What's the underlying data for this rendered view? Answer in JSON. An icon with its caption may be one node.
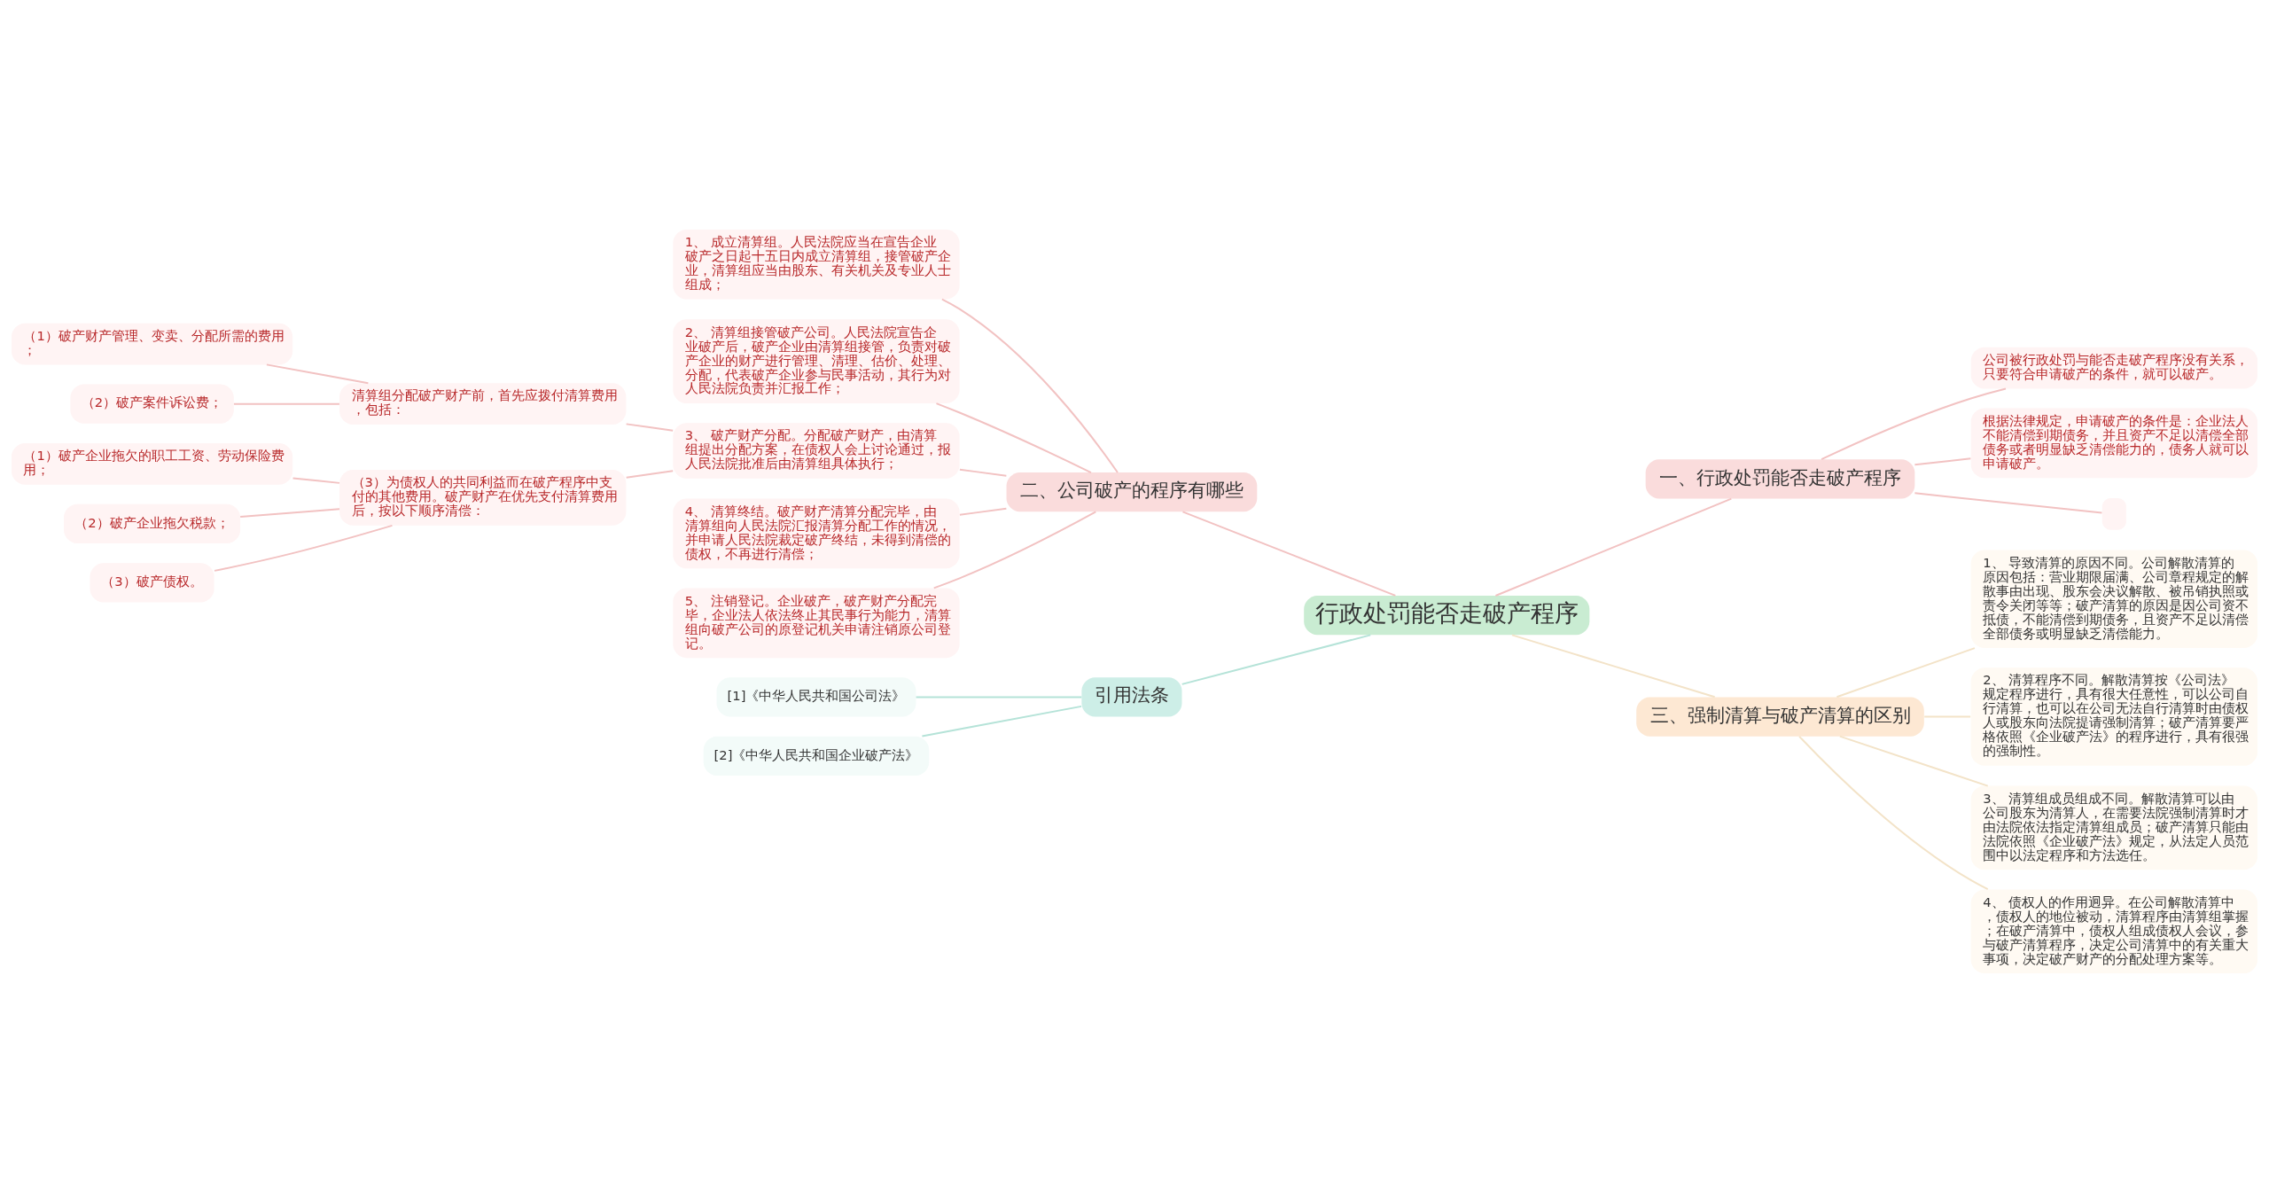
{
  "diagram": {
    "nodes": [
      {
        "text": [
          "行政处罚能否走破产程序"
        ]
      },
      {
        "text": [
          "一、行政处罚能否走破产程序"
        ]
      },
      {
        "text": [
          "公司被行政处罚与能否走破产程序没有关系，只要符合申请破产的条件，就可以破产。"
        ]
      },
      {
        "text": [
          "根据法律规定，申请破产的条件是：企业法人不能清偿到期债务，并且资产不足以清偿全部债务或者明显缺乏清偿能力的，债务人就可以申请破产。"
        ]
      },
      {
        "text": [],
        "shape": "box"
      },
      {
        "text": [
          "二、公司破产的程序有哪些"
        ]
      },
      {
        "text": [
          "1、 成立清算组。人民法院应当在宣告企业破产之日起十五日内成立清算组，接管破产企业，清算组应当由股东、有关机关及专业人士组成；"
        ]
      },
      {
        "text": [
          "2、 清算组接管破产公司。人民法院宣告企业破产后，破产企业由清算组接管，负责对破产企业的财产进行管理、清理、估价、处理、分配，代表破产企业参与民事活动，其行为对人民法院负责并汇报工作；"
        ]
      },
      {
        "text": [
          "3、 破产财产分配。分配破产财产，由清算组提出分配方案，在债权人会上讨论通过，报人民法院批准后由清算组具体执行；"
        ]
      },
      {
        "text": [
          "清算组分配破产财产前，首先应拨付清算费用，包括："
        ]
      },
      {
        "text": [
          "（1）破产财产管理、变卖、分配所需的费用；"
        ]
      },
      {
        "text": [
          "（2）破产案件诉讼费；"
        ]
      },
      {
        "text": [
          "（3）为债权人的共同利益而在破产程序中支付的其他费用。破产财产在优先支付清算费用后，按以下顺序清偿："
        ]
      },
      {
        "text": [
          "（1）破产企业拖欠的职工工资、劳动保险费用；"
        ]
      },
      {
        "text": [
          "（2）破产企业拖欠税款；"
        ]
      },
      {
        "text": [
          "（3）破产债权。"
        ]
      },
      {
        "text": [
          "4、 清算终结。破产财产清算分配完毕，由清算组向人民法院汇报清算分配工作的情况，并申请人民法院裁定破产终结，未得到清偿的债权，不再进行清偿；"
        ]
      },
      {
        "text": [
          "5、 注销登记。企业破产，破产财产分配完毕，企业法人依法终止其民事行为能力，清算组向破产公司的原登记机关申请注销原公司登记。"
        ]
      },
      {
        "text": [
          "三、强制清算与破产清算的区别"
        ]
      },
      {
        "text": [
          "1、 导致清算的原因不同。公司解散清算的原因包括：营业期限届满、公司章程规定的解散事由出现、股东会决议解散、被吊销执照或责令关闭等等；破产清算的原因是因公司资不抵债，不能清偿到期债务，且资产不足以清偿全部债务或明显缺乏清偿能力。"
        ]
      },
      {
        "text": [
          "2、 清算程序不同。解散清算按《公司法》规定程序进行，具有很大任意性，可以公司自行清算，也可以在公司无法自行清算时由债权人或股东向法院提请强制清算；破产清算要严格依照《企业破产法》的程序进行，具有很强的强制性。"
        ]
      },
      {
        "text": [
          "3、 清算组成员组成不同。解散清算可以由公司股东为清算人，在需要法院强制清算时才由法院依法指定清算组成员；破产清算只能由法院依照《企业破产法》规定，从法定人员范围中以法定程序和方法选任。"
        ]
      },
      {
        "text": [
          "4、 债权人的作用迥异。在公司解散清算中，债权人的地位被动，清算程序由清算组掌握；在破产清算中，债权人组成债权人会议，参与破产清算程序，决定公司清算中的有关重大事项，决定破产财产的分配处理方案等。"
        ]
      },
      {
        "text": [
          "引用法条"
        ]
      },
      {
        "text": [
          "[1]《中华人民共和国公司法》"
        ]
      },
      {
        "text": [
          "[2]《中华人民共和国企业破产法》"
        ]
      }
    ],
    "edges": [
      {
        "from": 0,
        "to": 1,
        "arrow": "none"
      },
      {
        "from": 1,
        "to": 2,
        "arrow": "none"
      },
      {
        "from": 1,
        "to": 3,
        "arrow": "none"
      },
      {
        "from": 1,
        "to": 4,
        "arrow": "none"
      },
      {
        "from": 0,
        "to": 5,
        "arrow": "none"
      },
      {
        "from": 5,
        "to": 6,
        "arrow": "none"
      },
      {
        "from": 5,
        "to": 7,
        "arrow": "none"
      },
      {
        "from": 5,
        "to": 8,
        "arrow": "none"
      },
      {
        "from": 8,
        "to": 9,
        "arrow": "none"
      },
      {
        "from": 9,
        "to": 10,
        "arrow": "none"
      },
      {
        "from": 9,
        "to": 11,
        "arrow": "none"
      },
      {
        "from": 8,
        "to": 12,
        "arrow": "none"
      },
      {
        "from": 12,
        "to": 13,
        "arrow": "none"
      },
      {
        "from": 12,
        "to": 14,
        "arrow": "none"
      },
      {
        "from": 12,
        "to": 15,
        "arrow": "none"
      },
      {
        "from": 5,
        "to": 16,
        "arrow": "none"
      },
      {
        "from": 5,
        "to": 17,
        "arrow": "none"
      },
      {
        "from": 0,
        "to": 18,
        "arrow": "none",
        "color": "#f3e3c8"
      },
      {
        "from": 18,
        "to": 19,
        "arrow": "none",
        "color": "#f3e3c8"
      },
      {
        "from": 18,
        "to": 20,
        "arrow": "none",
        "color": "#f3e3c8"
      },
      {
        "from": 18,
        "to": 21,
        "arrow": "none",
        "color": "#f3e3c8"
      },
      {
        "from": 18,
        "to": 22,
        "arrow": "none",
        "color": "#f3e3c8"
      },
      {
        "from": 0,
        "to": 23,
        "arrow": "none",
        "color": "#b5e3d8"
      },
      {
        "from": 23,
        "to": 24,
        "arrow": "none",
        "color": "#b5e3d8"
      },
      {
        "from": 23,
        "to": 25,
        "arrow": "none",
        "color": "#b5e3d8"
      }
    ]
  }
}
